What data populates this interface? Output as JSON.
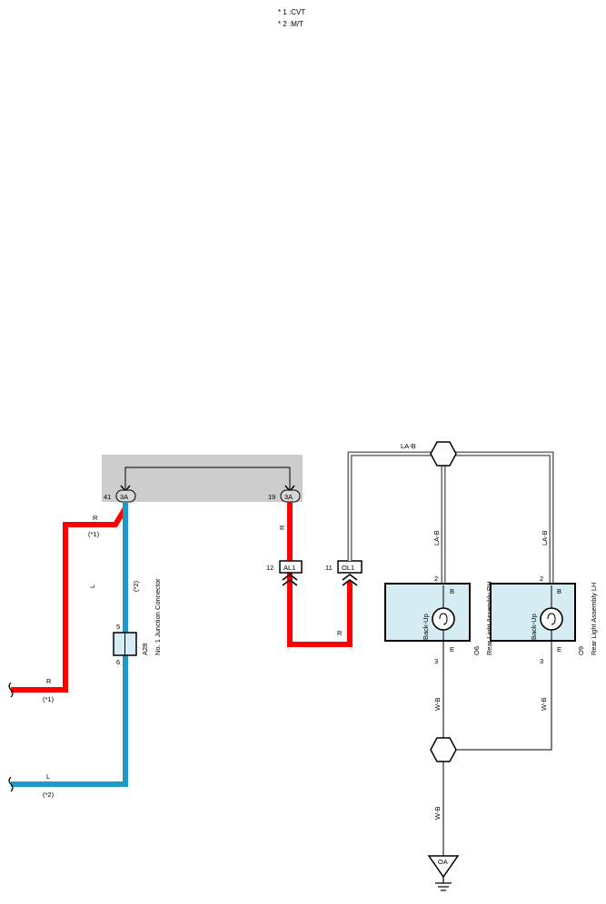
{
  "notes": [
    "* 1 :CVT",
    "* 2 :M/T"
  ],
  "colors": {
    "red_wire": "#ff0000",
    "blue_wire": "#1e9ac8",
    "junction_box_fill": "#cccccc",
    "lamp_fill": "#d4ecf2",
    "gray_wire": "#9a9a9a"
  },
  "junction": {
    "left_pin": "41",
    "left_code": "3A",
    "right_pin": "19",
    "right_code": "3A"
  },
  "wires": {
    "red_top_label": "R",
    "red_top_note": "(*1)",
    "blue_vertical_label": "L",
    "blue_vertical_note": "(*2)",
    "red_bottom_label": "R",
    "red_bottom_note": "(*1)",
    "blue_bottom_label": "L",
    "blue_bottom_note": "(*2)",
    "red_right_vertical_label": "R",
    "red_right_bottom_label": "R",
    "la_b_top": "LA-B",
    "la_b_rh": "LA-B",
    "la_b_lh": "LA-B",
    "w_b_rh": "W-B",
    "w_b_lh": "W-B",
    "w_b_ground": "W-B"
  },
  "connector_a28": {
    "pin_top": "5",
    "pin_bottom": "6",
    "code": "A28",
    "name": "No. 1 Junction Connector"
  },
  "connectors": {
    "al1_pin": "12",
    "al1_code": "AL1",
    "ol1_pin": "11",
    "ol1_code": "OL1"
  },
  "lamp_rh": {
    "pin_top": "2",
    "pin_bottom": "3",
    "term_top": "B",
    "term_bottom": "E",
    "label": "Back-Up",
    "code": "O6",
    "name": "Rear Light Assembly RH"
  },
  "lamp_lh": {
    "pin_top": "2",
    "pin_bottom": "3",
    "term_top": "B",
    "term_bottom": "E",
    "label": "Back-Up",
    "code": "O9",
    "name": "Rear Light Assembly LH"
  },
  "ground": {
    "code": "OA"
  },
  "icons": [
    "lamp-icon",
    "ground-icon",
    "splice-icon",
    "crimp-connector-icon"
  ]
}
